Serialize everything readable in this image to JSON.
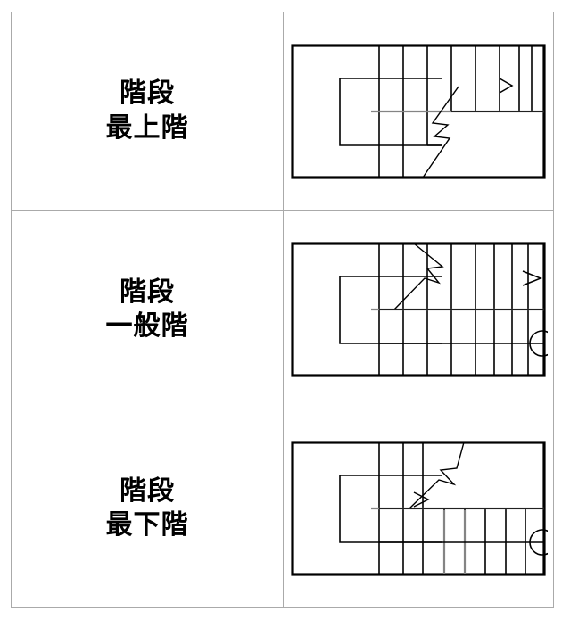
{
  "page": {
    "title": "階段 平面図 一覧",
    "background_color": "#ffffff",
    "table_border_color": "#aaaaaa",
    "ink_color": "#000000",
    "gray_line_color": "#848484"
  },
  "table": {
    "column_count": 2,
    "row_count": 3,
    "rows": [
      {
        "id": "row-top-floor",
        "label": {
          "line1": "階段",
          "line2": "最上階"
        },
        "figure": {
          "name": "stair-plan-top-floor",
          "description": "最上階の階段平面図",
          "has_up_arrow": true,
          "has_down_arrow": false,
          "has_break_symbol": true,
          "has_column_marker_circle": false,
          "tread_count_upper": 9,
          "tread_count_lower": 0
        }
      },
      {
        "id": "row-typical-floor",
        "label": {
          "line1": "階段",
          "line2": "一般階"
        },
        "figure": {
          "name": "stair-plan-typical-floor",
          "description": "一般階の階段平面図",
          "has_up_arrow": true,
          "has_down_arrow": false,
          "has_break_symbol": true,
          "has_column_marker_circle": true,
          "tread_count_upper": 9,
          "tread_count_lower": 9
        }
      },
      {
        "id": "row-bottom-floor",
        "label": {
          "line1": "階段",
          "line2": "最下階"
        },
        "figure": {
          "name": "stair-plan-bottom-floor",
          "description": "最下階の階段平面図",
          "has_up_arrow": true,
          "has_down_arrow": false,
          "has_break_symbol": true,
          "has_column_marker_circle": true,
          "tread_count_upper": 3,
          "tread_count_lower": 9
        }
      }
    ]
  }
}
